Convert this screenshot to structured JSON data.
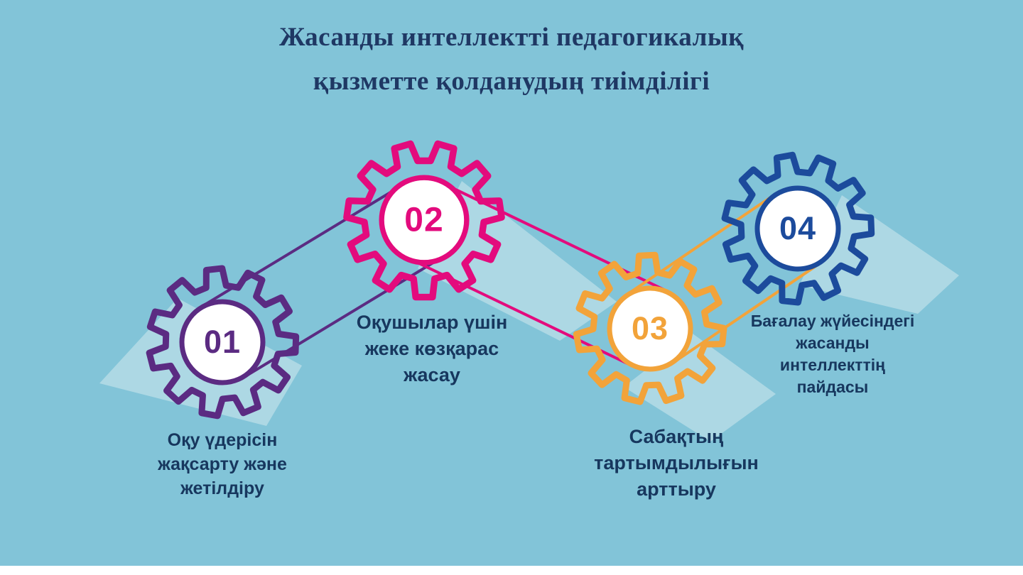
{
  "title": {
    "line1": "Жасанды интеллектті педагогикалық",
    "line2": "қызметте қолданудың тиімділігі"
  },
  "colors": {
    "background": "#82C4D8",
    "title_text": "#1F3864",
    "label_text": "#17375E",
    "bottom_bar": "#FFFFFF"
  },
  "items": [
    {
      "number": "01",
      "color": "#5B2B82",
      "label_lines": [
        "Оқу үдерісін",
        "жақсарту және",
        "жетілдіру"
      ]
    },
    {
      "number": "02",
      "color": "#E30B7D",
      "label_lines": [
        "Оқушылар үшін",
        "жеке көзқарас",
        "жасау"
      ]
    },
    {
      "number": "03",
      "color": "#F2A33A",
      "label_lines": [
        "Сабақтың",
        "тартымдылығын",
        "арттыру"
      ]
    },
    {
      "number": "04",
      "color": "#1C4B9C",
      "label_lines": [
        "Бағалау жүйесіндегі",
        "жасанды",
        "интеллекттің",
        "пайдасы"
      ]
    }
  ]
}
